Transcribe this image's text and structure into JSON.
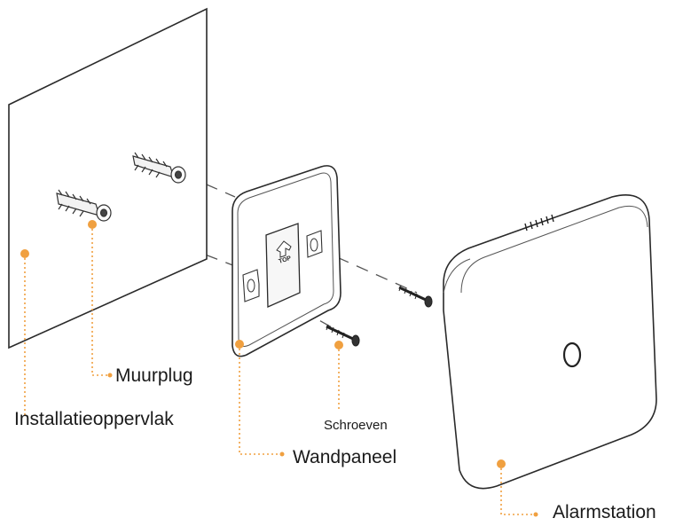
{
  "diagram": {
    "top_marker": "TOP",
    "labels": {
      "muurplug": "Muurplug",
      "installatieoppervlak": "Installatieoppervlak",
      "schroeven": "Schroeven",
      "wandpaneel": "Wandpaneel",
      "alarmstation": "Alarmstation"
    },
    "colors": {
      "line": "#2a2a2a",
      "leader": "#f0a040",
      "dot": "#f0a040",
      "device_fill": "#ffffff"
    }
  }
}
